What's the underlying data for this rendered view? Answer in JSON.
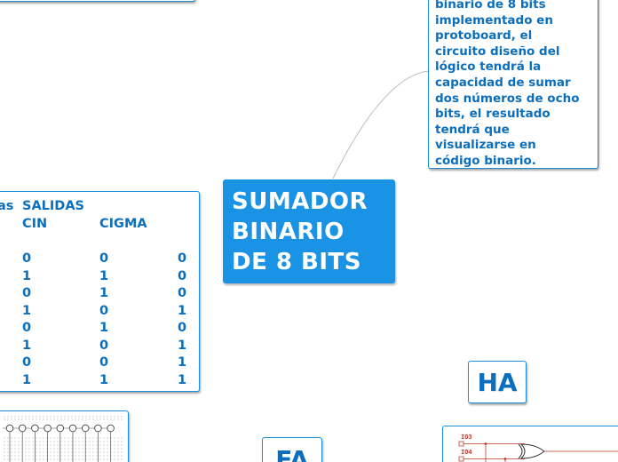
{
  "main_node": {
    "title_lines": [
      "SUMADOR",
      "BINARIO",
      "DE 8 BITS"
    ]
  },
  "description_node": {
    "lines": [
      "binario de 8 bits",
      "implementado en",
      "protoboard, el",
      "circuito diseño del",
      "lógico tendrá la",
      "capacidad de sumar",
      "dos números de ocho",
      "bits, el resultado",
      "tendrá que",
      "visualizarse en",
      "código binario."
    ]
  },
  "table_node": {
    "header_partial": "as",
    "header_main": "SALIDAS",
    "col_cin": "CIN",
    "col_cigma": "CIGMA",
    "rows": [
      [
        "0",
        "0",
        "0"
      ],
      [
        "1",
        "1",
        "0"
      ],
      [
        "0",
        "1",
        "0"
      ],
      [
        "1",
        "0",
        "1"
      ],
      [
        "0",
        "1",
        "0"
      ],
      [
        "1",
        "0",
        "1"
      ],
      [
        "0",
        "0",
        "1"
      ],
      [
        "1",
        "1",
        "1"
      ]
    ]
  },
  "ha_node": {
    "label": "HA"
  },
  "fa_node": {
    "label": "FA"
  },
  "circuit_right": {
    "pin_labels": [
      "IO3",
      "IO4"
    ]
  },
  "colors": {
    "accent": "#1b93e5",
    "node_text": "#0b6fbd",
    "connector": "#b9bec4",
    "circuit_wire": "#c0392b"
  }
}
